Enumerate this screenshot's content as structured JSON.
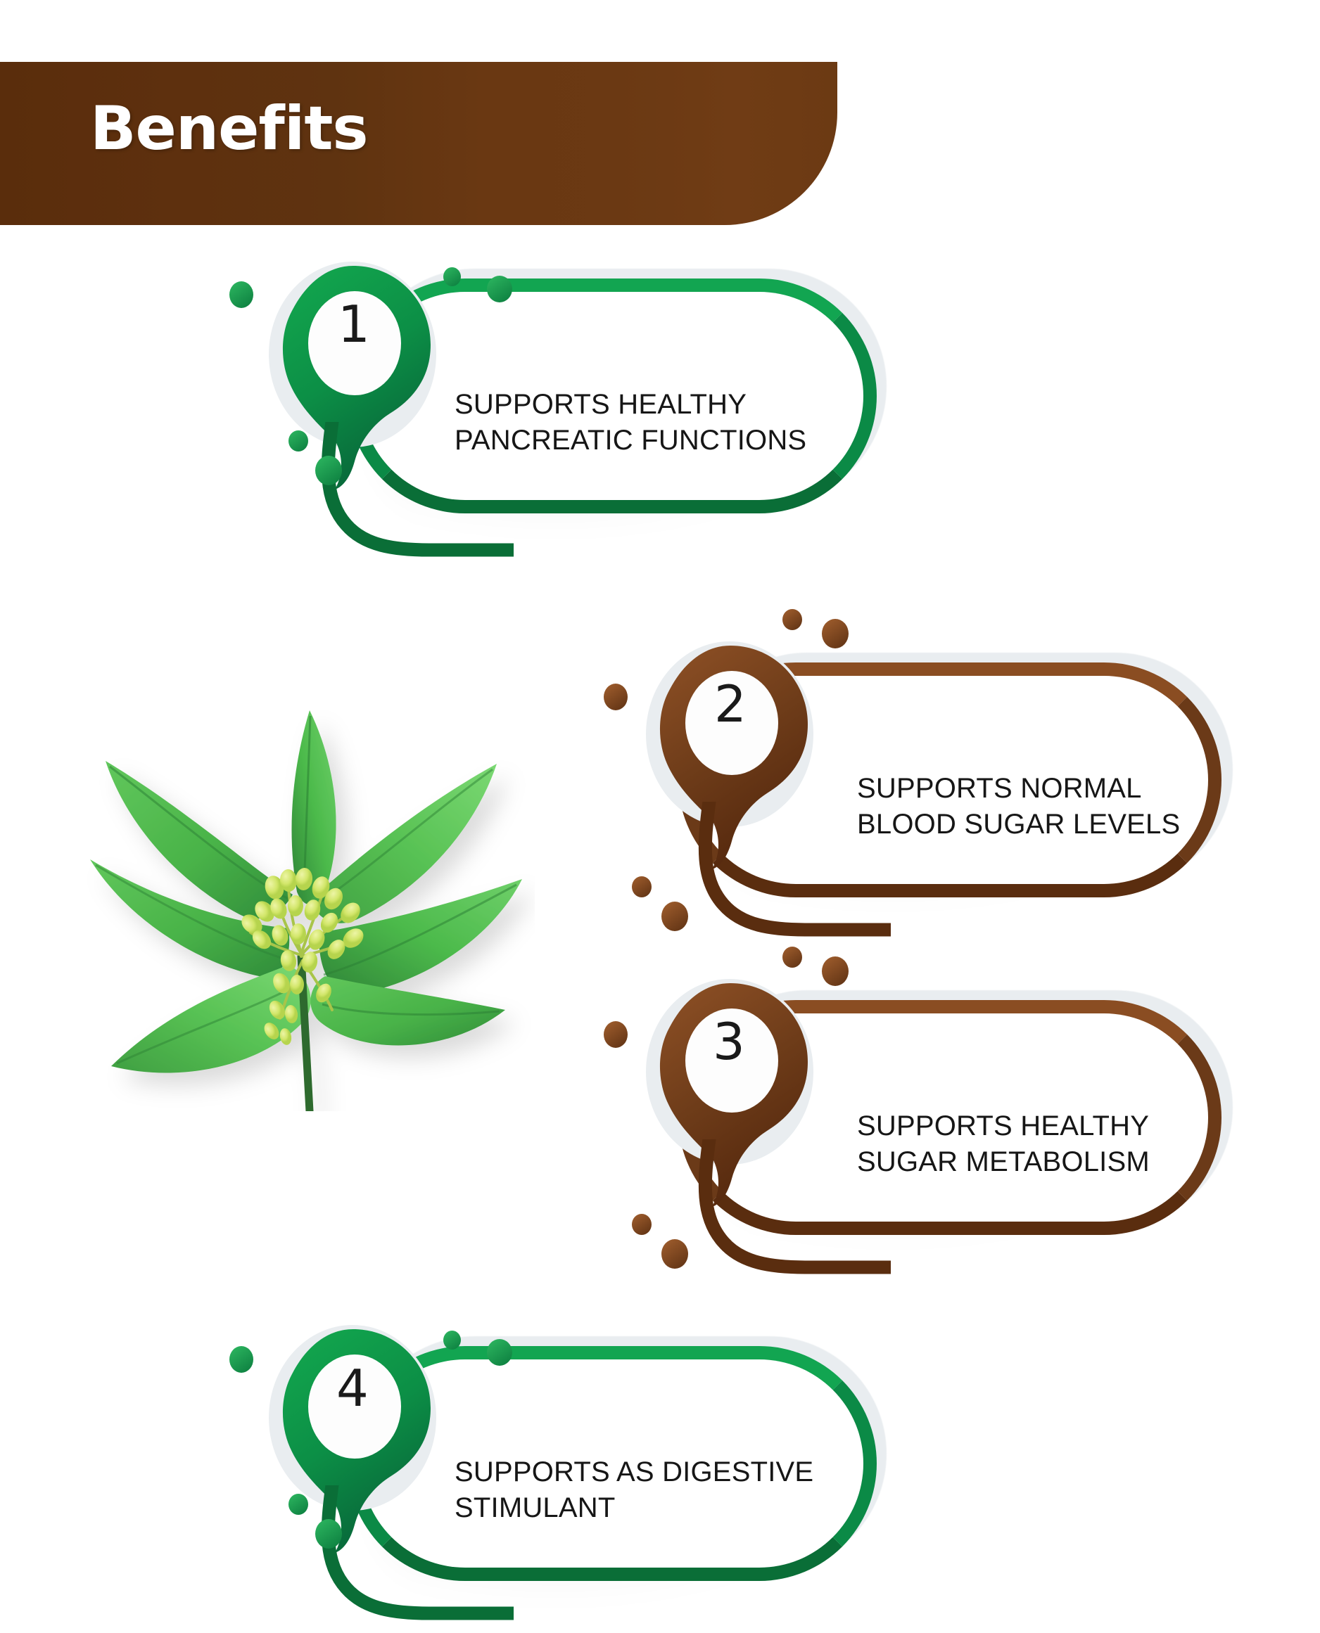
{
  "header": {
    "title": "Benefits",
    "bg_color_start": "#5a2d0c",
    "bg_color_end": "#703c15",
    "title_color": "#ffffff"
  },
  "theme": {
    "green_light": "#0f9d4f",
    "green_mid": "#0b8a46",
    "green_dark": "#0a6e37",
    "brown_light": "#7b4420",
    "brown_mid": "#6b3a18",
    "brown_dark": "#5a2d0f",
    "halo_gray": "#e9edf0",
    "text_color": "#161616",
    "page_bg": "#ffffff"
  },
  "illustration": {
    "name": "gymnema-sylvestre-plant",
    "alt": "Green plant sprig with seven leaves and a cluster of pale green flower buds",
    "leaf_color": "#4cb749",
    "leaf_color_dark": "#2f8b3a",
    "bud_color": "#d4e86a",
    "stem_color": "#2f6b2d"
  },
  "benefits": [
    {
      "number": "1",
      "text": "SUPPORTS HEALTHY\nPANCREATIC FUNCTIONS",
      "color": "green",
      "accent": "#0b8a46"
    },
    {
      "number": "2",
      "text": "SUPPORTS NORMAL\nBLOOD SUGAR LEVELS",
      "color": "brown",
      "accent": "#6b3a18"
    },
    {
      "number": "3",
      "text": "SUPPORTS HEALTHY\nSUGAR METABOLISM",
      "color": "brown",
      "accent": "#6b3a18"
    },
    {
      "number": "4",
      "text": "SUPPORTS AS DIGESTIVE\nSTIMULANT",
      "color": "green",
      "accent": "#0b8a46"
    }
  ]
}
